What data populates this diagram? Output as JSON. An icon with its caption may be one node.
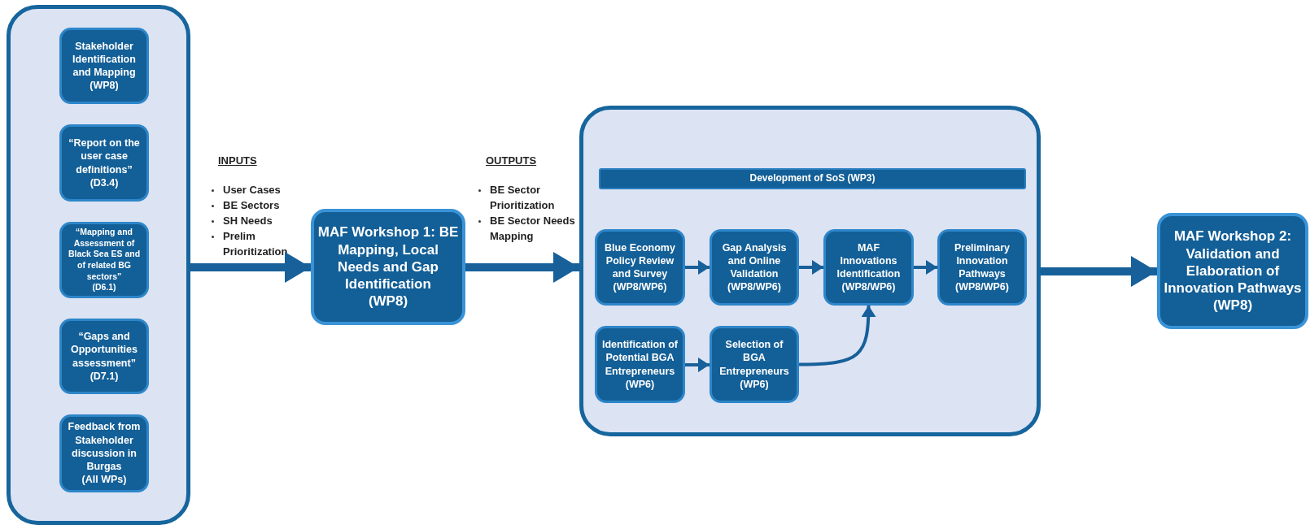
{
  "diagram": {
    "nodes": [
      {
        "text": [],
        "shape": "box"
      },
      {
        "text": [
          "Stakeholder Identification and Mapping",
          "(WP8)"
        ],
        "in": 0
      },
      {
        "text": [
          "“Report on the user case definitions”",
          "(D3.4)"
        ],
        "in": 0
      },
      {
        "text": [
          "“Mapping and Assessment of Black Sea ES and of related BG sectors”",
          "(D6.1)"
        ],
        "in": 0
      },
      {
        "text": [
          "“Gaps and Opportunities assessment”",
          "(D7.1)"
        ],
        "in": 0
      },
      {
        "text": [
          "Feedback from Stakeholder discussion in Burgas",
          "(All WPs)"
        ],
        "in": 0
      },
      {
        "text": [
          "MAF Workshop 1: BE Mapping, Local Needs and Gap Identification",
          "(WP8)"
        ]
      },
      {
        "text": [],
        "shape": "box"
      },
      {
        "text": [
          "Development of SoS (WP3)"
        ],
        "in": 7
      },
      {
        "text": [
          "Blue Economy Policy Review and Survey",
          "(WP8/WP6)"
        ],
        "in": 7
      },
      {
        "text": [
          "Gap Analysis and Online Validation",
          "(WP8/WP6)"
        ],
        "in": 7
      },
      {
        "text": [
          "MAF Innovations Identification",
          "(WP8/WP6)"
        ],
        "in": 7
      },
      {
        "text": [
          "Preliminary Innovation Pathways",
          "(WP8/WP6)"
        ],
        "in": 7
      },
      {
        "text": [
          "Identification of Potential BGA Entrepreneurs",
          "(WP6)"
        ],
        "in": 7
      },
      {
        "text": [
          "Selection of BGA Entrepreneurs",
          "(WP6)"
        ],
        "in": 7
      },
      {
        "text": [
          "MAF Workshop 2: Validation and Elaboration of Innovation Pathways",
          "(WP8)"
        ]
      }
    ],
    "edges": [
      {
        "from": 0,
        "to": 6,
        "arrow": "to",
        "style": "thick"
      },
      {
        "from": 6,
        "to": 7,
        "arrow": "to",
        "style": "thick"
      },
      {
        "from": 9,
        "to": 10,
        "arrow": "to"
      },
      {
        "from": 10,
        "to": 11,
        "arrow": "to"
      },
      {
        "from": 11,
        "to": 12,
        "arrow": "to"
      },
      {
        "from": 13,
        "to": 14,
        "arrow": "to"
      },
      {
        "from": 14,
        "to": 11,
        "arrow": "to"
      },
      {
        "from": 7,
        "to": 15,
        "arrow": "to",
        "style": "thick"
      }
    ],
    "labels": [
      "INPUTS",
      "User Cases",
      "BE Sectors",
      "SH Needs",
      "Prelim Prioritization",
      "OUTPUTS",
      "BE Sector Prioritization",
      "BE Sector Needs Mapping"
    ]
  }
}
